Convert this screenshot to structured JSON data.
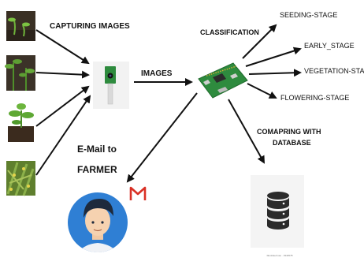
{
  "labels": {
    "capturing": "CAPTURING IMAGES",
    "images": "IMAGES",
    "classification": "CLASSIFICATION",
    "email_line1": "E-Mail to",
    "email_line2": "FARMER",
    "comparing_line1": "COMAPRING WITH",
    "comparing_line2": "DATABASE"
  },
  "stages": [
    "SEEDING-STAGE",
    "EARLY_STAGE",
    "VEGETATION-STAGE",
    "FLOWERING-STAGE"
  ],
  "gmail_letter": "M",
  "db_caption": "illustrated use · 3344578",
  "colors": {
    "arrow": "#111111",
    "board_green": "#2e8b3e",
    "avatar_bg": "#2f7fd4",
    "gmail_red": "#d93025",
    "db_icon": "#2b2b2b"
  }
}
